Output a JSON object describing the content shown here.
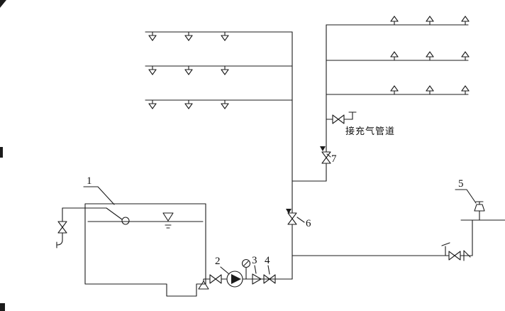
{
  "figure": {
    "background": "#ffffff",
    "line_color": "#1b1b1b"
  },
  "labels": {
    "n1": "1",
    "n2": "2",
    "n3": "3",
    "n4": "4",
    "n5": "5",
    "n6": "6",
    "n7": "7"
  },
  "annotations": {
    "air_pipe_note": "接充气管道"
  }
}
